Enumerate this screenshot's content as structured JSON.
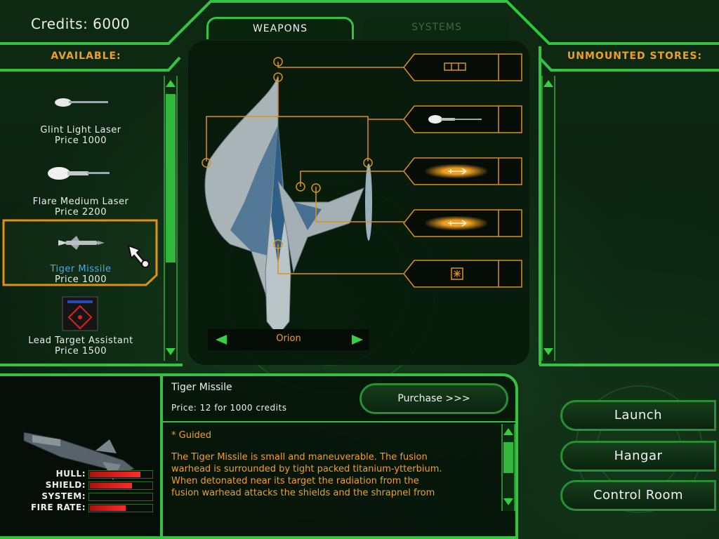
{
  "header": {
    "credits_label": "Credits: 6000"
  },
  "tabs": [
    {
      "label": "WEAPONS",
      "active": true
    },
    {
      "label": "SYSTEMS",
      "active": false
    }
  ],
  "available": {
    "title": "AVAILABLE:",
    "items": [
      {
        "name": "Glint Light Laser",
        "price": "Price 1000"
      },
      {
        "name": "Flare Medium Laser",
        "price": "Price 2200"
      },
      {
        "name": "Tiger Missile",
        "price": "Price 1000",
        "selected": true
      },
      {
        "name": "Lead Target Assistant",
        "price": "Price 1500"
      }
    ]
  },
  "unmounted": {
    "title": "UNMOUNTED STORES:"
  },
  "ship": {
    "name": "Orion"
  },
  "detail": {
    "title": "Tiger Missile",
    "price_line": "Price: 12 for 1000 credits",
    "purchase_label": "Purchase >>>",
    "tag": "* Guided",
    "description_lines": [
      "The Tiger Missile is small and maneuverable. The fusion",
      "warhead is surrounded by tight packed titanium-ytterbium.",
      "When detonated near its target the radiation from the",
      "fusion warhead attacks the shields and the shrapnel from"
    ]
  },
  "stats": [
    {
      "label": "HULL:",
      "value": 0.82
    },
    {
      "label": "SHIELD:",
      "value": 0.68
    },
    {
      "label": "SYSTEM:",
      "value": 0.0
    },
    {
      "label": "FIRE RATE:",
      "value": 0.58
    }
  ],
  "nav": {
    "launch": "Launch",
    "hangar": "Hangar",
    "control_room": "Control Room"
  },
  "colors": {
    "frame_green": "#35c243",
    "accent_orange": "#f0a020",
    "selected_blue": "#4fa8e0",
    "stat_red": "#ff2a2a"
  }
}
